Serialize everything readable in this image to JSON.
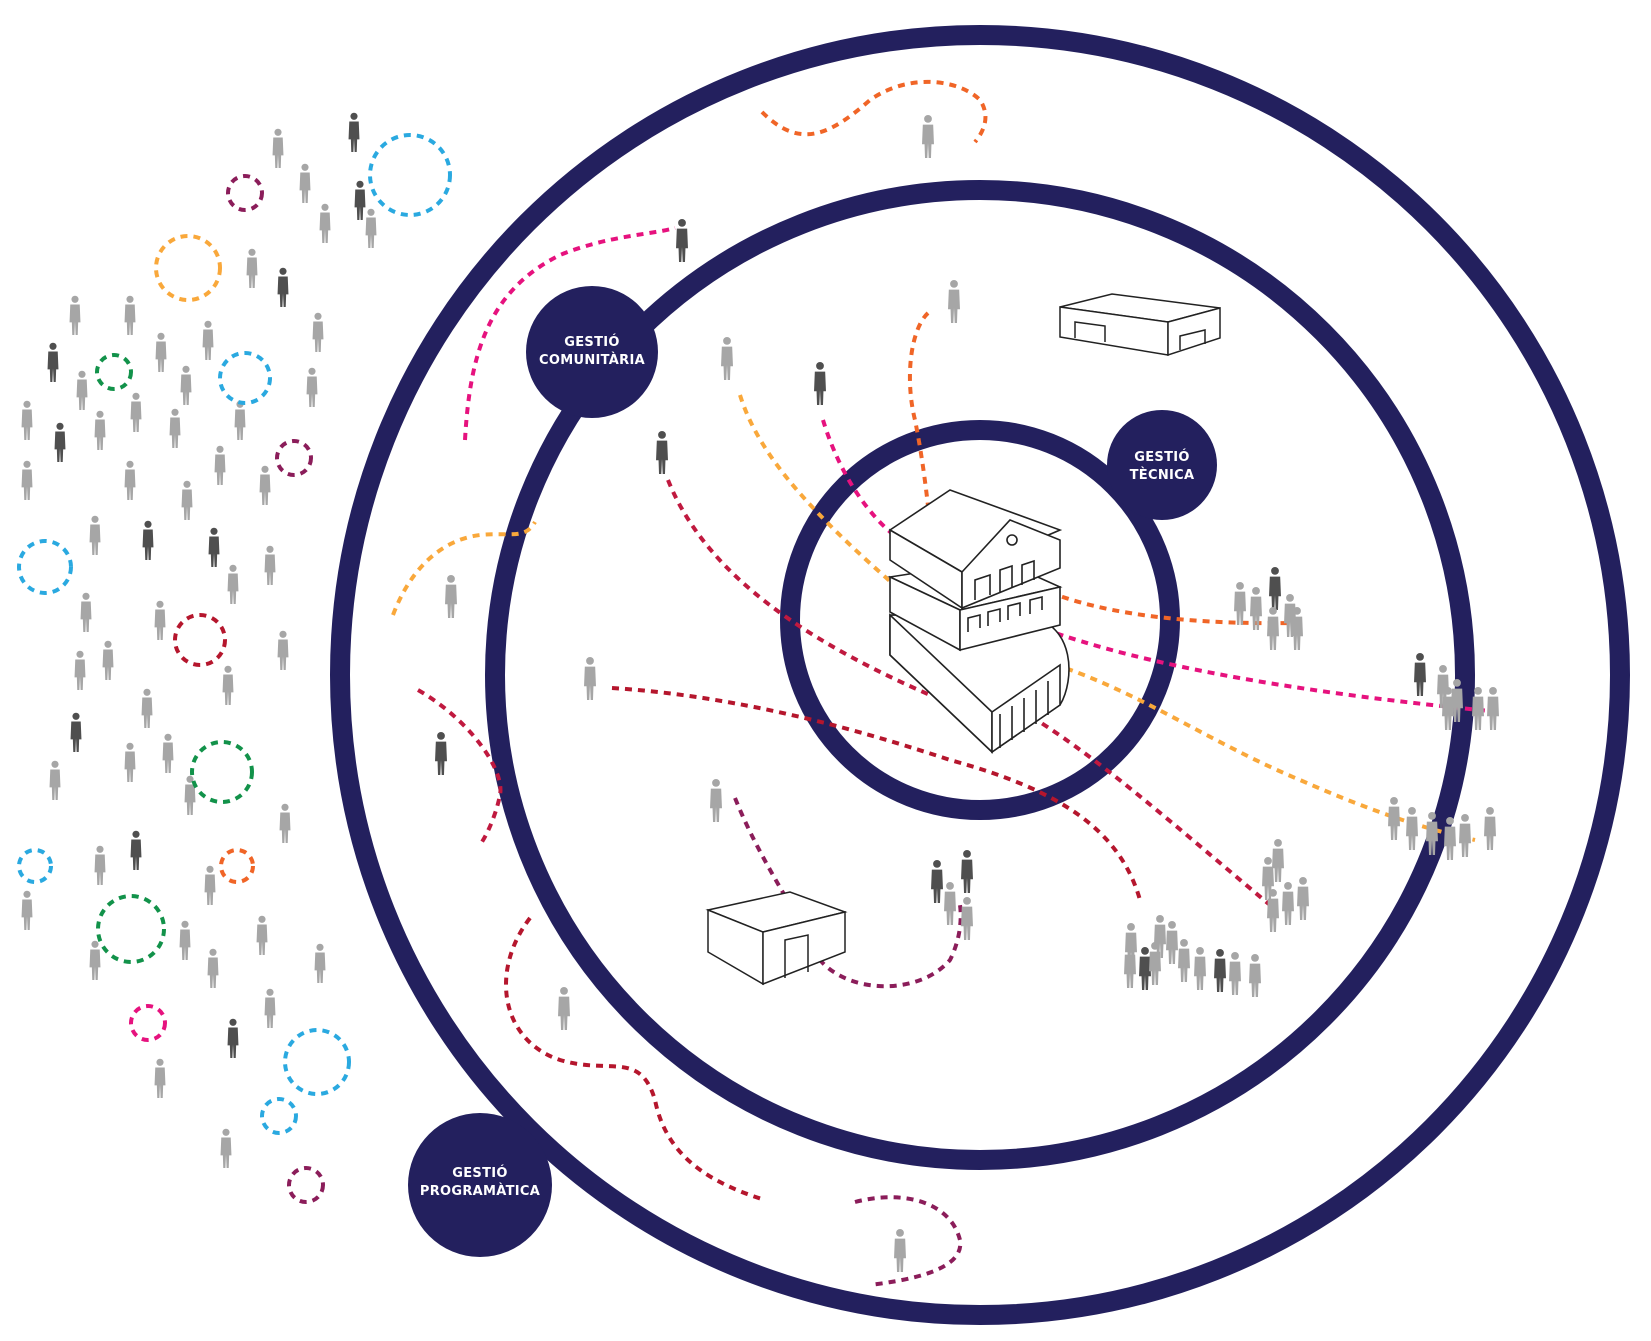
{
  "labels": {
    "outer": [
      "GESTIÓ",
      "PROGRAMÀTICA"
    ],
    "middle": [
      "GESTIÓ",
      "COMUNITÀRIA"
    ],
    "inner": [
      "GESTIÓ",
      "TÈCNICA"
    ]
  },
  "colors": {
    "ring": "#23205e",
    "person_light": "#a6a6a6",
    "person_dark": "#4f4f4f",
    "pink": "#e6127e",
    "magenta": "#e6127e",
    "crimson": "#c0193f",
    "orange": "#f06527",
    "amber": "#f9a83b",
    "plum": "#8b1d5a",
    "sky": "#2aa9e0",
    "green": "#12924a",
    "darkred": "#b5162d"
  }
}
